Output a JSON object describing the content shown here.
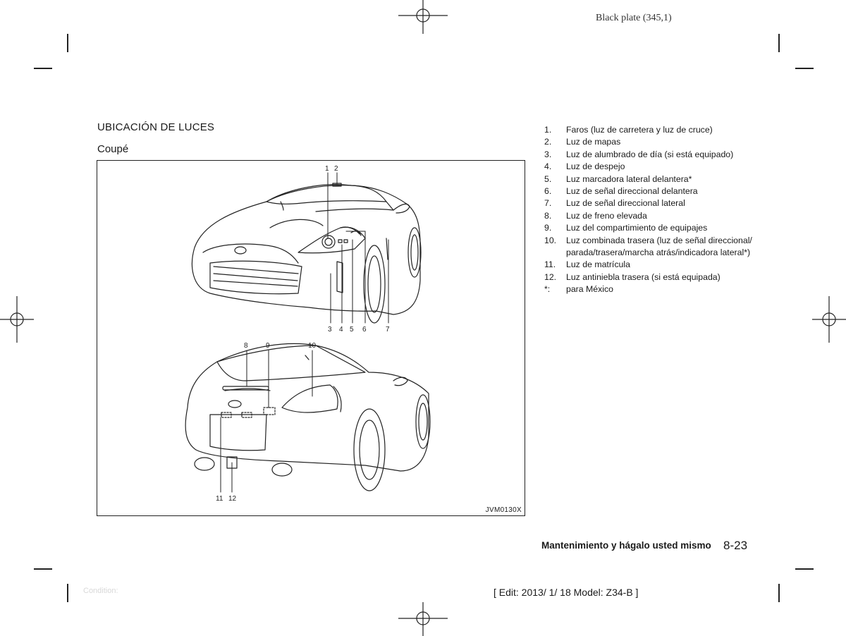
{
  "header": {
    "plate": "Black plate (345,1)"
  },
  "section": {
    "title": "UBICACIÓN DE LUCES",
    "subtitle": "Coupé"
  },
  "figure": {
    "code": "JVM0130X",
    "front_callouts": [
      "1",
      "2",
      "3",
      "4",
      "5",
      "6",
      "7"
    ],
    "rear_callouts": [
      "8",
      "9",
      "10",
      "11",
      "12"
    ]
  },
  "legend": [
    {
      "num": "1.",
      "text": "Faros (luz de carretera y luz de cruce)"
    },
    {
      "num": "2.",
      "text": "Luz de mapas"
    },
    {
      "num": "3.",
      "text": "Luz de alumbrado de día (si está equipado)"
    },
    {
      "num": "4.",
      "text": "Luz de despejo"
    },
    {
      "num": "5.",
      "text": "Luz marcadora lateral delantera*"
    },
    {
      "num": "6.",
      "text": "Luz de señal direccional delantera"
    },
    {
      "num": "7.",
      "text": "Luz de señal direccional lateral"
    },
    {
      "num": "8.",
      "text": "Luz de freno elevada"
    },
    {
      "num": "9.",
      "text": "Luz del compartimiento de equipajes"
    },
    {
      "num": "10.",
      "text": "Luz combinada trasera (luz de señal direccional/ parada/trasera/marcha atrás/indicadora lateral*)"
    },
    {
      "num": "11.",
      "text": "Luz de matrícula"
    },
    {
      "num": "12.",
      "text": "Luz antiniebla trasera (si está equipada)"
    },
    {
      "num": "*:",
      "text": "para México"
    }
  ],
  "footer": {
    "section_title": "Mantenimiento y hágalo usted mismo",
    "page": "8-23",
    "condition": "Condition:",
    "edit_info": "[ Edit: 2013/ 1/ 18   Model:  Z34-B ]"
  }
}
